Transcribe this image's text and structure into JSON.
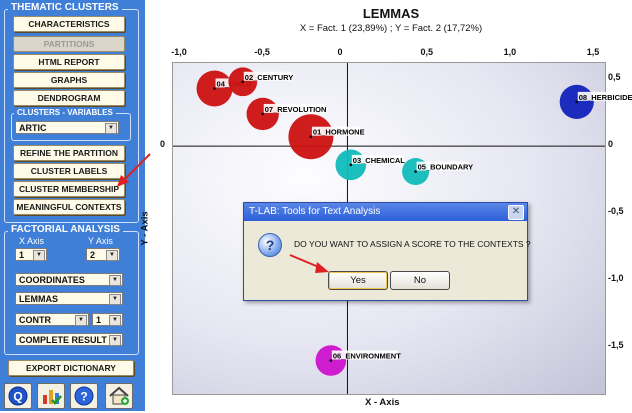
{
  "panel": {
    "thematic_title": "THEMATIC CLUSTERS",
    "buttons_top": [
      "CHARACTERISTICS",
      "PARTITIONS",
      "HTML REPORT",
      "GRAPHS",
      "DENDROGRAM"
    ],
    "clusters_variables_title": "CLUSTERS - VARIABLES",
    "clusters_variables_value": "ARTIC",
    "buttons_mid": [
      "REFINE THE PARTITION",
      "CLUSTER LABELS",
      "CLUSTER MEMBERSHIP",
      "MEANINGFUL CONTEXTS"
    ],
    "factorial_title": "FACTORIAL ANALYSIS",
    "x_axis_label": "X Axis",
    "y_axis_label": "Y Axis",
    "x_axis_value": "1",
    "y_axis_value": "2",
    "coordinates_value": "COORDINATES",
    "lemmas_value": "LEMMAS",
    "contr_value": "CONTR",
    "contr_num_value": "1",
    "complete_value": "COMPLETE RESULT",
    "export_label": "EXPORT DICTIONARY",
    "bottom_icons": [
      "q-logo-icon",
      "chart-check-icon",
      "help-icon",
      "home-icon"
    ]
  },
  "chart_data": {
    "type": "scatter",
    "title": "LEMMAS",
    "subtitle": "X = Fact. 1 (23,89%) ; Y = Fact. 2 (17,72%)",
    "xlabel": "X - Axis",
    "ylabel": "Y - Axis",
    "xlim": [
      -1.05,
      1.55
    ],
    "ylim": [
      -1.85,
      0.62
    ],
    "x_ticks": [
      "-1,0",
      "-0,5",
      "0",
      "0,5",
      "1,0",
      "1,5"
    ],
    "x_tick_values": [
      -1.0,
      -0.5,
      0.0,
      0.5,
      1.0,
      1.5
    ],
    "y_ticks": [
      "0,5",
      "0",
      "-0,5",
      "-1,0",
      "-1,5"
    ],
    "y_tick_values": [
      0.5,
      0.0,
      -0.5,
      -1.0,
      -1.5
    ],
    "points": [
      {
        "label": "04_CHILD",
        "x": -0.8,
        "y": 0.43,
        "color": "#cc1111",
        "size": 1.0
      },
      {
        "label": "02_CENTURY",
        "x": -0.63,
        "y": 0.48,
        "color": "#cc1111",
        "size": 0.8
      },
      {
        "label": "07_REVOLUTION",
        "x": -0.51,
        "y": 0.24,
        "color": "#cc1111",
        "size": 0.9
      },
      {
        "label": "01_HORMONE",
        "x": -0.22,
        "y": 0.07,
        "color": "#cc1111",
        "size": 1.25
      },
      {
        "label": "03_CHEMICAL",
        "x": 0.02,
        "y": -0.14,
        "color": "#11bbbb",
        "size": 0.85
      },
      {
        "label": "05_BOUNDARY",
        "x": 0.41,
        "y": -0.19,
        "color": "#11bbbb",
        "size": 0.75
      },
      {
        "label": "08_HERBICIDE",
        "x": 1.38,
        "y": 0.33,
        "color": "#1122bb",
        "size": 0.95
      },
      {
        "label": "06_ENVIRONMENT",
        "x": -0.1,
        "y": -1.6,
        "color": "#cc11cc",
        "size": 0.85
      }
    ]
  },
  "dialog": {
    "title": "T-LAB: Tools for Text Analysis",
    "message": "DO YOU WANT TO ASSIGN A SCORE TO THE CONTEXTS ?",
    "yes_label": "Yes",
    "no_label": "No",
    "close_glyph": "✕",
    "question_glyph": "?"
  }
}
